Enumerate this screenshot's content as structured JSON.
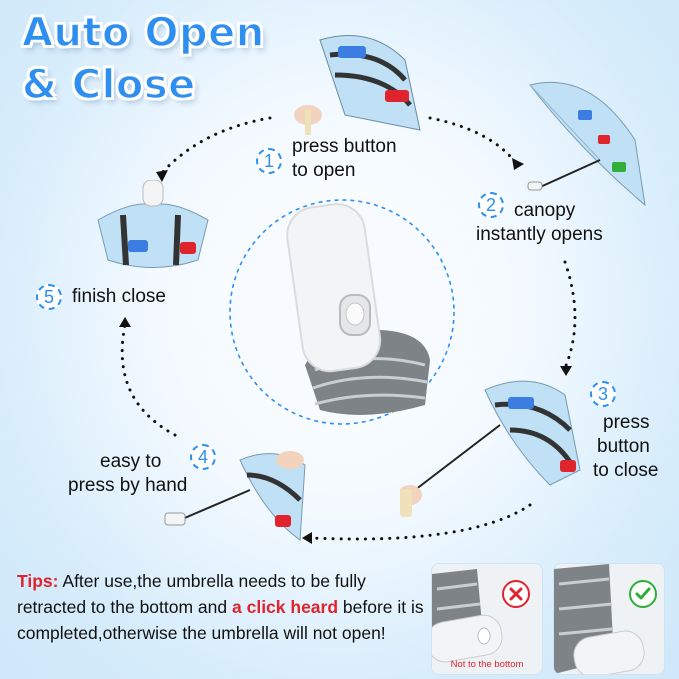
{
  "title": {
    "line1": "Auto Open",
    "line2": "& Close"
  },
  "steps": [
    {
      "num": "1",
      "text_line1": "press button",
      "text_line2": "to open"
    },
    {
      "num": "2",
      "text_line1": "canopy",
      "text_line2": "instantly opens"
    },
    {
      "num": "3",
      "text_line1": "press",
      "text_line2": "button",
      "text_line3": "to close"
    },
    {
      "num": "4",
      "text_line1": "easy to",
      "text_line2": "press by hand"
    },
    {
      "num": "5",
      "text_line1": "finish close"
    }
  ],
  "tips": {
    "label": "Tips:",
    "text1": " After use,the umbrella needs to be fully retracted to the bottom and ",
    "highlight": "a click heard",
    "text2": " before it is completed,otherwise the umbrella will not open!"
  },
  "thumbnails": [
    {
      "label": "Not to the bottom",
      "status": "wrong",
      "status_icon": "cross-icon",
      "color": "#e0242e"
    },
    {
      "label": "",
      "status": "correct",
      "status_icon": "check-icon",
      "color": "#2fae3a"
    }
  ],
  "colors": {
    "accent": "#2e8ff0",
    "highlight": "#e0242e",
    "canopy": "#bfe0f5"
  }
}
